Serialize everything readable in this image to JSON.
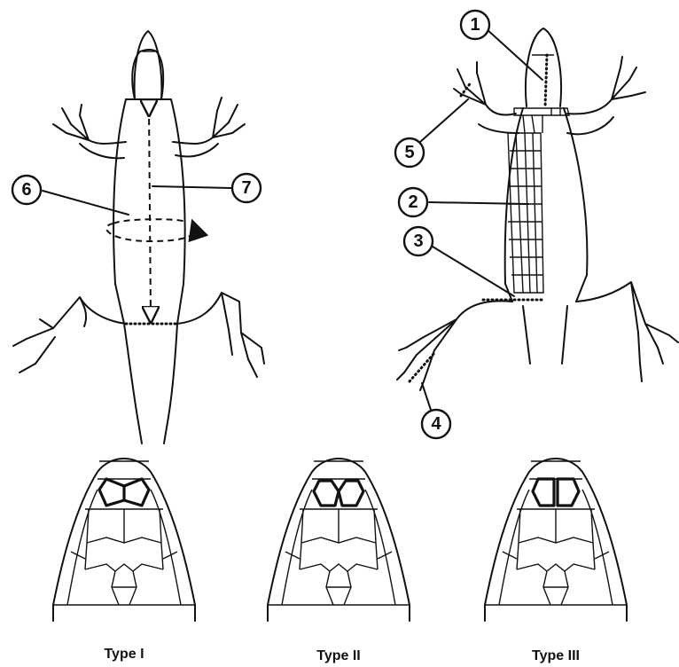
{
  "callouts": {
    "c1": "1",
    "c2": "2",
    "c3": "3",
    "c4": "4",
    "c5": "5",
    "c6": "6",
    "c7": "7"
  },
  "head_types": [
    {
      "label": "Type I"
    },
    {
      "label": "Type II"
    },
    {
      "label": "Type III"
    }
  ]
}
